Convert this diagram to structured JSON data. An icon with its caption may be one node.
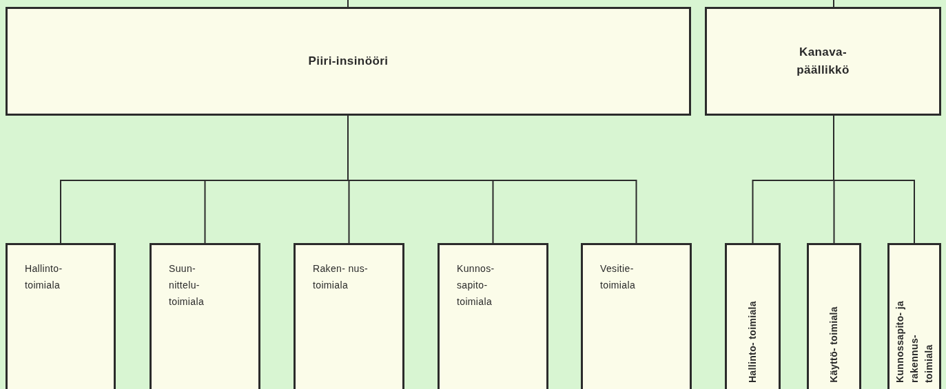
{
  "diagram": {
    "nodes": [
      {
        "text": [
          "Piiri-insinööri"
        ]
      },
      {
        "text": [
          "Kanava- päällikkö"
        ]
      },
      {
        "text": [
          "Hallinto- toimiala"
        ]
      },
      {
        "text": [
          "Suun- nittelu- toimiala"
        ]
      },
      {
        "text": [
          "Raken- nus- toimiala"
        ]
      },
      {
        "text": [
          "Kunnos- sapito- toimiala"
        ]
      },
      {
        "text": [
          "Vesitie- toimiala"
        ]
      },
      {
        "text": [
          "Hallinto- toimiala"
        ]
      },
      {
        "text": [
          "Käyttö- toimiala"
        ]
      },
      {
        "text": [
          "Kunnossapito- ja rakennus- toimiala"
        ]
      }
    ],
    "edges": [
      {
        "from": null,
        "to": 0,
        "arrow": "none"
      },
      {
        "from": null,
        "to": 1,
        "arrow": "none"
      },
      {
        "from": 0,
        "to": 2,
        "arrow": "none"
      },
      {
        "from": 0,
        "to": 3,
        "arrow": "none"
      },
      {
        "from": 0,
        "to": 4,
        "arrow": "none"
      },
      {
        "from": 0,
        "to": 5,
        "arrow": "none"
      },
      {
        "from": 0,
        "to": 6,
        "arrow": "none"
      },
      {
        "from": 1,
        "to": 7,
        "arrow": "none"
      },
      {
        "from": 1,
        "to": 8,
        "arrow": "none"
      },
      {
        "from": 1,
        "to": 9,
        "arrow": "none"
      }
    ]
  }
}
